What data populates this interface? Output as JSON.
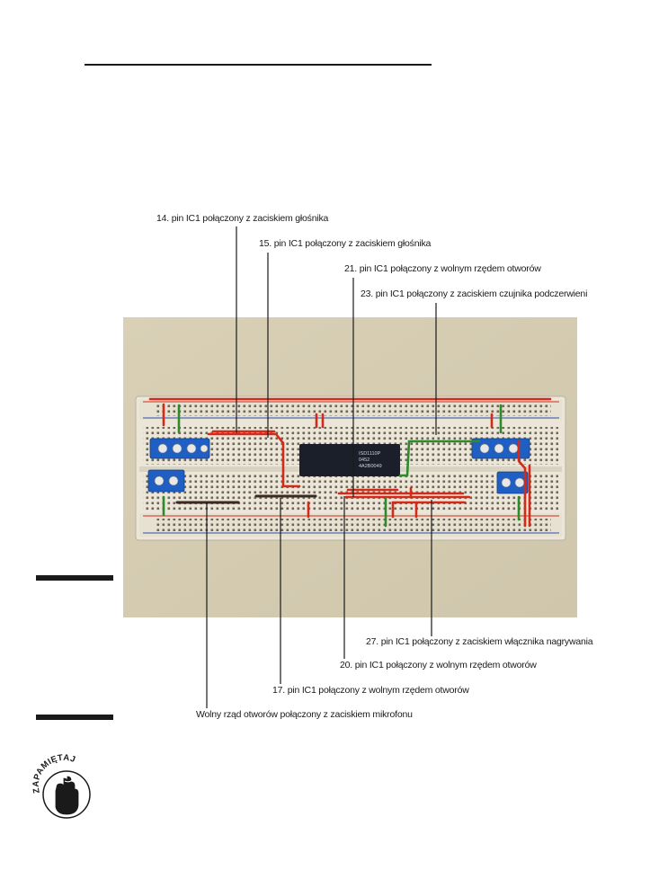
{
  "callouts": {
    "pin14": "14. pin IC1 połączony z zaciskiem głośnika",
    "pin15": "15. pin IC1 połączony z zaciskiem głośnika",
    "pin21": "21. pin IC1 połączony z wolnym rzędem otworów",
    "pin23": "23. pin IC1 połączony z zaciskiem czujnika podczerwieni",
    "pin27": "27. pin IC1 połączony z zaciskiem włącznika nagrywania",
    "pin20": "20. pin IC1 połączony z wolnym rzędem otworów",
    "pin17": "17. pin IC1 połączony z wolnym rzędem otworów",
    "mic": "Wolny rząd otworów połączony z zaciskiem mikrofonu"
  },
  "badge": {
    "label": "ZAPAMIĘTAJ"
  },
  "chip": {
    "line1": "ISD1110P",
    "line2": "0452",
    "line3": "4A2B0049"
  },
  "colors": {
    "board": "#ebe6d8",
    "wire_red": "#d42a1a",
    "wire_green": "#2f8a2c",
    "terminal": "#1f5fc4",
    "background": "#d6cdb3"
  }
}
